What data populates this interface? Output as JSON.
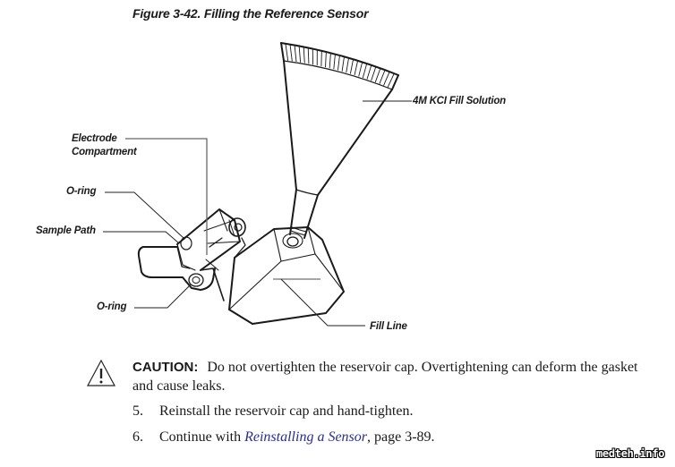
{
  "figure": {
    "title": "Figure 3-42.  Filling the Reference Sensor",
    "callouts": {
      "fill_solution": "4M KCI Fill Solution",
      "electrode_line1": "Electrode",
      "electrode_line2": "Compartment",
      "oring_top": "O-ring",
      "sample_path": "Sample Path",
      "oring_bottom": "O-ring",
      "fill_line": "Fill Line"
    }
  },
  "caution": {
    "icon": "warning-triangle-icon",
    "label": "CAUTION:",
    "text": "Do not overtighten the reservoir cap. Overtightening can deform the gasket and cause leaks."
  },
  "steps": [
    {
      "number": "5.",
      "text": "Reinstall the reservoir cap and hand-tighten."
    },
    {
      "number": "6.",
      "pre": "Continue with ",
      "link": "Reinstalling a Sensor",
      "post": ", page 3-89."
    }
  ],
  "watermark": "medteh.info"
}
